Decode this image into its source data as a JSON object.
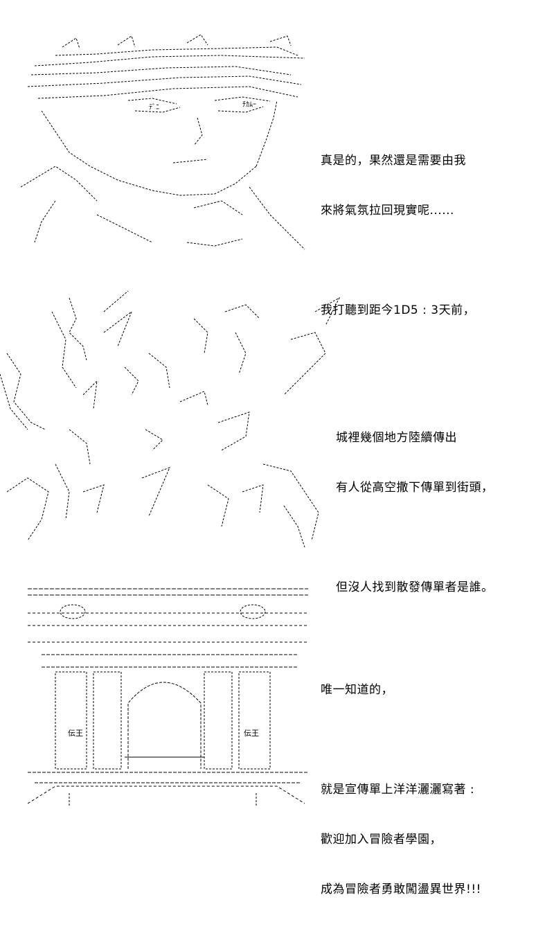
{
  "panels": [
    {
      "lines": [
        "真是的，果然還是需要由我",
        "來將氣氛拉回現實呢......",
        "",
        "我打聽到距今1D5 : 3天前，"
      ]
    },
    {
      "lines": [
        "城裡幾個地方陸續傳出",
        "有人從高空撒下傳單到街頭，",
        "",
        "但沒人找到散發傳單者是誰。"
      ]
    },
    {
      "lines": [
        "唯一知道的，",
        "",
        "就是宣傳單上洋洋灑灑寫著 :",
        "歡迎加入冒險者學園，",
        "成為冒險者勇敢闖盪異世界!!!"
      ]
    }
  ],
  "art": {
    "face_glyphs": [
      "ﾃﾞﾆ",
      "ﾁｶﾑｰ"
    ],
    "sign_glyph": "伝王"
  }
}
